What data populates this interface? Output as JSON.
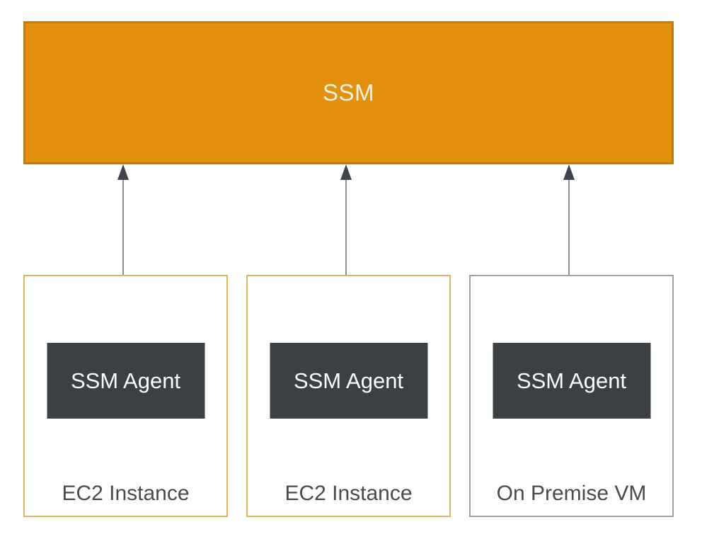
{
  "diagram": {
    "ssm": {
      "label": "SSM"
    },
    "hosts": [
      {
        "label": "EC2 Instance",
        "agent_label": "SSM Agent",
        "type": "ec2"
      },
      {
        "label": "EC2 Instance",
        "agent_label": "SSM Agent",
        "type": "ec2"
      },
      {
        "label": "On Premise VM",
        "agent_label": "SSM Agent",
        "type": "on-premise"
      }
    ],
    "connections": [
      {
        "from": "ssm-agent-1",
        "to": "ssm",
        "direction": "up"
      },
      {
        "from": "ssm-agent-2",
        "to": "ssm",
        "direction": "up"
      },
      {
        "from": "ssm-agent-3",
        "to": "ssm",
        "direction": "up"
      }
    ]
  },
  "colors": {
    "ssm_fill": "#E2900E",
    "ssm_border": "#BF7B10",
    "ssm_text": "#F7F1DE",
    "ec2_border": "#DFB163",
    "onprem_border": "#9AA2A8",
    "agent_fill": "#3B4044",
    "agent_text": "#FFFFFF",
    "label_text": "#454B4F",
    "arrow_line": "#8A9094",
    "arrow_head": "#3E4449",
    "background": "#FFFFFF"
  }
}
